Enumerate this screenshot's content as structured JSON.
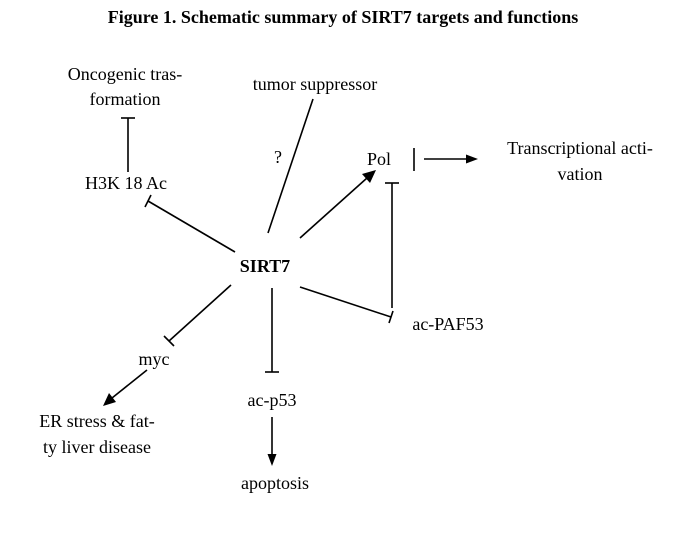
{
  "title": "Figure 1. Schematic summary of SIRT7 targets and functions",
  "nodes": {
    "oncogenic": [
      "Oncogenic tras-",
      "formation"
    ],
    "tumor_suppressor": "tumor suppressor",
    "h3k18ac": "H3K 18 Ac",
    "question": "?",
    "pol": "Pol",
    "transcriptional": [
      "Transcriptional acti-",
      "vation"
    ],
    "sirt7": "SIRT7",
    "ac_paf53": "ac-PAF53",
    "myc": "myc",
    "er_stress": [
      "ER stress & fat-",
      "ty liver disease"
    ],
    "ac_p53": "ac-p53",
    "apoptosis": "apoptosis"
  },
  "edges": [
    {
      "from": "h3k18ac",
      "to": "oncogenic",
      "type": "inhibition"
    },
    {
      "from": "sirt7",
      "to": "h3k18ac",
      "type": "inhibition"
    },
    {
      "from": "sirt7",
      "to": "tumor_suppressor",
      "type": "link"
    },
    {
      "from": "sirt7",
      "to": "pol",
      "type": "activation"
    },
    {
      "from": "pol",
      "to": "transcriptional",
      "type": "activation"
    },
    {
      "from": "ac_paf53",
      "to": "pol",
      "type": "inhibition"
    },
    {
      "from": "sirt7",
      "to": "ac_paf53",
      "type": "inhibition"
    },
    {
      "from": "sirt7",
      "to": "myc",
      "type": "inhibition"
    },
    {
      "from": "myc",
      "to": "er_stress",
      "type": "activation"
    },
    {
      "from": "sirt7",
      "to": "ac_p53",
      "type": "inhibition"
    },
    {
      "from": "ac_p53",
      "to": "apoptosis",
      "type": "activation"
    }
  ]
}
